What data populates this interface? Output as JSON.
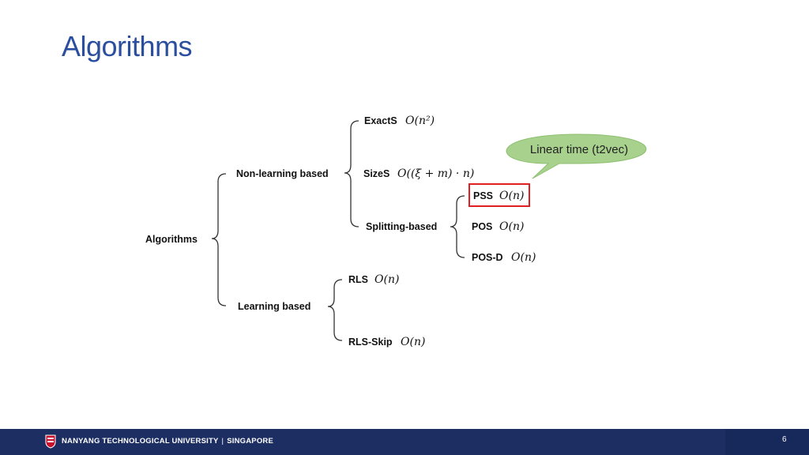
{
  "slide": {
    "title": "Algorithms",
    "page_number": "6"
  },
  "diagram": {
    "root": "Algorithms",
    "non_learning": {
      "label": "Non-learning based",
      "exacts": {
        "label": "ExactS",
        "complexity": "O(n²)"
      },
      "sizes": {
        "label": "SizeS",
        "complexity": "O((ξ + m) · n)"
      },
      "splitting": {
        "label": "Splitting-based",
        "pss": {
          "label": "PSS",
          "complexity": "O(n)"
        },
        "pos": {
          "label": "POS",
          "complexity": "O(n)"
        },
        "posd": {
          "label": "POS-D",
          "complexity": "O(n)"
        }
      }
    },
    "learning": {
      "label": "Learning based",
      "rls": {
        "label": "RLS",
        "complexity": "O(n)"
      },
      "rlsskip": {
        "label": "RLS-Skip",
        "complexity": "O(n)"
      }
    },
    "callout": {
      "text": "Linear time (t2vec)",
      "fill": "#a9d18e",
      "border": "#8cbf6e"
    },
    "highlight_color": "#e02020"
  },
  "footer": {
    "university": "NANYANG TECHNOLOGICAL UNIVERSITY",
    "location": "SINGAPORE"
  }
}
